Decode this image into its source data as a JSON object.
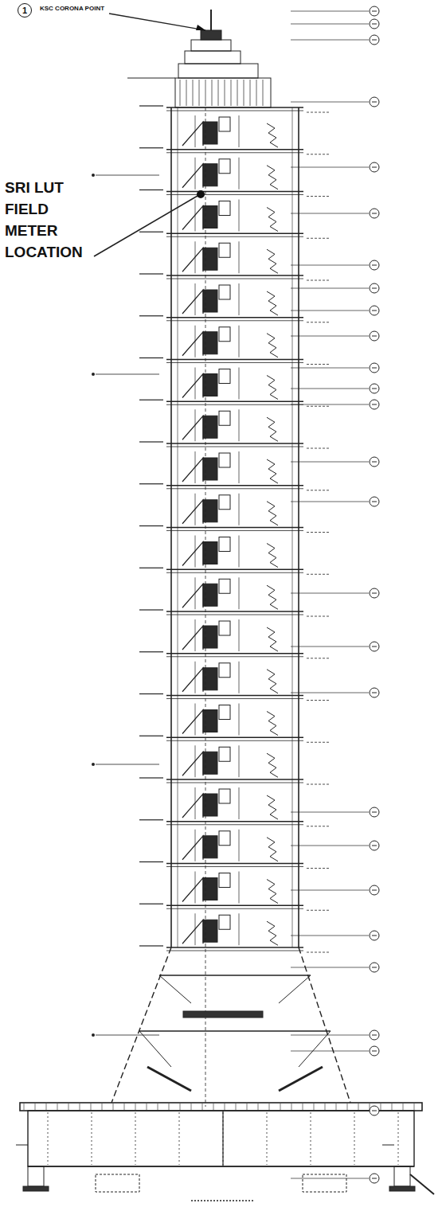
{
  "diagram": {
    "labels": [
      "1",
      "KSC CORONA POINT",
      "SRI LUT FIELD METER LOCATION"
    ]
  }
}
